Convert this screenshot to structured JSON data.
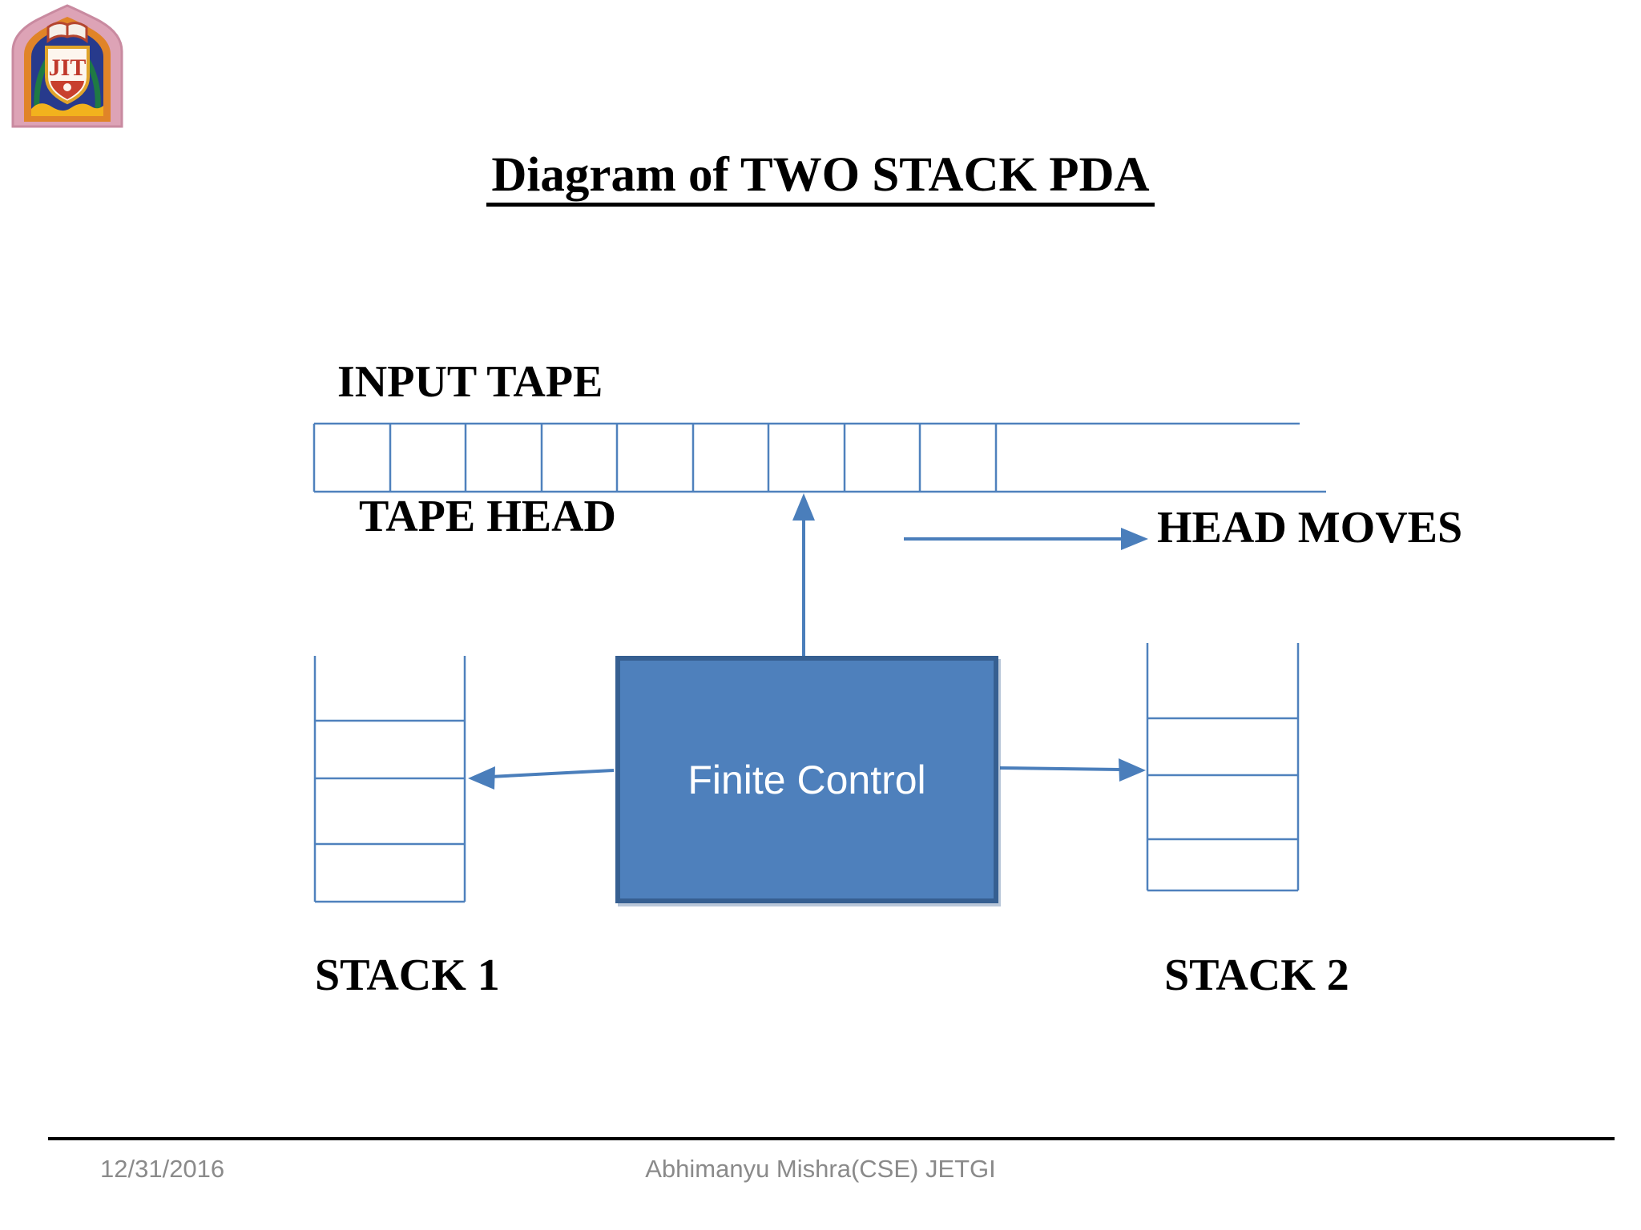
{
  "slide": {
    "title": "Diagram of TWO STACK PDA",
    "background_color": "#ffffff"
  },
  "logo": {
    "name": "jit-college-crest",
    "monogram": "JIT"
  },
  "diagram": {
    "input_tape_label": "INPUT TAPE",
    "tape_head_label": "TAPE HEAD",
    "head_moves_label": "HEAD MOVES",
    "finite_control_label": "Finite Control",
    "stack1_label": "STACK 1",
    "stack2_label": "STACK 2",
    "tape_closed_cell_count": 9,
    "stack1_compartment_count": 4,
    "stack2_compartment_count": 4,
    "line_color": "#4f81bd",
    "arrow_color": "#4a7ebb",
    "box_fill_color": "#4e80bc",
    "box_border_color": "#365f91",
    "box_text_color": "#ffffff"
  },
  "footer": {
    "date": "12/31/2016",
    "author": "Abhimanyu Mishra(CSE) JETGI",
    "text_color": "#8a8a8a"
  }
}
